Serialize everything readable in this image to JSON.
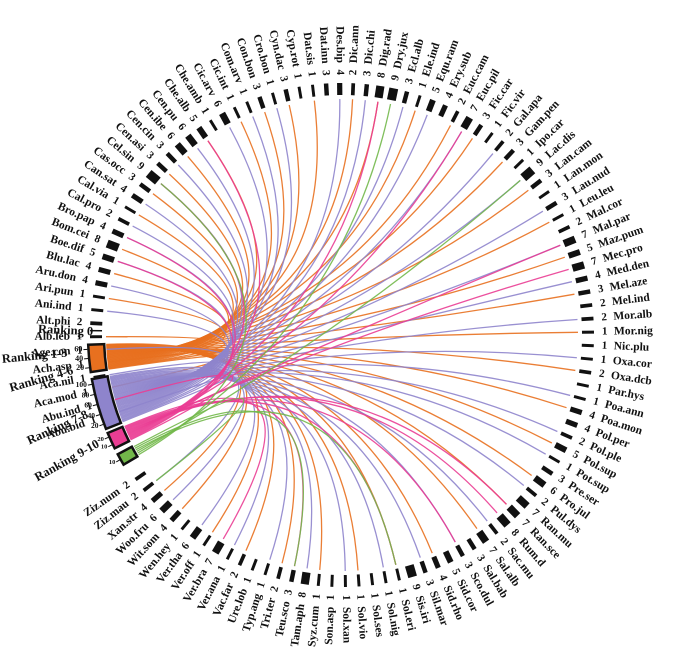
{
  "colors": {
    "Ranking 1-3": "#e8701f",
    "Ranking 4-6": "#8e84cc",
    "Ranking 7-8": "#ea3d93",
    "Ranking 9-10": "#72b84a",
    "outline": "#111111"
  },
  "groups": [
    {
      "label": "Ranking 0",
      "ticks": []
    },
    {
      "label": "Ranking 1-3",
      "ticks": [
        "20",
        "40",
        "60"
      ]
    },
    {
      "label": "Ranking 4-6",
      "ticks": [
        "20",
        "40",
        "60",
        "80",
        "100"
      ]
    },
    {
      "label": "Ranking 7-8",
      "ticks": [
        "10",
        "20"
      ]
    },
    {
      "label": "Ranking 9-10",
      "ticks": [
        "10"
      ]
    }
  ],
  "species": [
    {
      "name": "Abu.bid",
      "count": "1"
    },
    {
      "name": "Abu.ind",
      "count": "1"
    },
    {
      "name": "Aca.mod",
      "count": "1"
    },
    {
      "name": "Aca.nil",
      "count": "1"
    },
    {
      "name": "Ach.asp",
      "count": "1"
    },
    {
      "name": "Age.con",
      "count": "1"
    },
    {
      "name": "Alb.leb",
      "count": "1"
    },
    {
      "name": "Alt.phi",
      "count": "2"
    },
    {
      "name": "Ani.ind",
      "count": "1"
    },
    {
      "name": "Ari.pun",
      "count": "1"
    },
    {
      "name": "Aru.don",
      "count": "4"
    },
    {
      "name": "Blu.lac",
      "count": "4"
    },
    {
      "name": "Boe.dif",
      "count": "5"
    },
    {
      "name": "Bom.cei",
      "count": "8"
    },
    {
      "name": "Bro.pap",
      "count": "4"
    },
    {
      "name": "Cal.pro",
      "count": "2"
    },
    {
      "name": "Cal.via",
      "count": "1"
    },
    {
      "name": "Can.sat",
      "count": "4"
    },
    {
      "name": "Cas.occ",
      "count": "3"
    },
    {
      "name": "Cel.sin",
      "count": "9"
    },
    {
      "name": "Cen.asi",
      "count": "3"
    },
    {
      "name": "Cen.cin",
      "count": "3"
    },
    {
      "name": "Cen.ibe",
      "count": "6"
    },
    {
      "name": "Cen.pu",
      "count": "6"
    },
    {
      "name": "Che.alb",
      "count": "5"
    },
    {
      "name": "Che.amb",
      "count": "1"
    },
    {
      "name": "Cic.arv",
      "count": "6"
    },
    {
      "name": "Cic.int",
      "count": "1"
    },
    {
      "name": "Com.arv",
      "count": "1"
    },
    {
      "name": "Con.bon",
      "count": "3"
    },
    {
      "name": "Cro.bon",
      "count": "1"
    },
    {
      "name": "Cyn.dac",
      "count": "3"
    },
    {
      "name": "Cyp.rot",
      "count": "1"
    },
    {
      "name": "Dat.sis",
      "count": "1"
    },
    {
      "name": "Dat.inn",
      "count": "3"
    },
    {
      "name": "Des.bip",
      "count": "4"
    },
    {
      "name": "Dic.ann",
      "count": "2"
    },
    {
      "name": "Dic.chi",
      "count": "3"
    },
    {
      "name": "Dig.rad",
      "count": "8"
    },
    {
      "name": "Dry.jux",
      "count": "9"
    },
    {
      "name": "Ecl.alb",
      "count": "3"
    },
    {
      "name": "Ele.ind",
      "count": "1"
    },
    {
      "name": "Equ.ram",
      "count": "5"
    },
    {
      "name": "Ery.sub",
      "count": "4"
    },
    {
      "name": "Euc.cam",
      "count": "2"
    },
    {
      "name": "Euc.pil",
      "count": "7"
    },
    {
      "name": "Fic.car",
      "count": "3"
    },
    {
      "name": "Fic.vir",
      "count": "1"
    },
    {
      "name": "Gal.apa",
      "count": "2"
    },
    {
      "name": "Gam.pen",
      "count": "3"
    },
    {
      "name": "Ipo.car",
      "count": "1"
    },
    {
      "name": "Lac.dis",
      "count": "9"
    },
    {
      "name": "Lan.cam",
      "count": "3"
    },
    {
      "name": "Lan.mon",
      "count": "1"
    },
    {
      "name": "Lau.nud",
      "count": "3"
    },
    {
      "name": "Leu.leu",
      "count": "1"
    },
    {
      "name": "Mal.cor",
      "count": "2"
    },
    {
      "name": "Mal.par",
      "count": "7"
    },
    {
      "name": "Maz.pum",
      "count": "5"
    },
    {
      "name": "Mec.pro",
      "count": "7"
    },
    {
      "name": "Med.den",
      "count": "4"
    },
    {
      "name": "Mel.aze",
      "count": "3"
    },
    {
      "name": "Mel.ind",
      "count": "2"
    },
    {
      "name": "Mor.alb",
      "count": "2"
    },
    {
      "name": "Mor.nig",
      "count": "1"
    },
    {
      "name": "Nic.plu",
      "count": "1"
    },
    {
      "name": "Oxa.cor",
      "count": "1"
    },
    {
      "name": "Oxa.dcb",
      "count": "2"
    },
    {
      "name": "Par.hys",
      "count": "1"
    },
    {
      "name": "Poa.ann",
      "count": "1"
    },
    {
      "name": "Poa.mon",
      "count": "4"
    },
    {
      "name": "Pol.per",
      "count": "4"
    },
    {
      "name": "Pol.ple",
      "count": "2"
    },
    {
      "name": "Pol.sup",
      "count": "5"
    },
    {
      "name": "Pot.sup",
      "count": "1"
    },
    {
      "name": "Pre.ser",
      "count": "3"
    },
    {
      "name": "Pro.jul",
      "count": "6"
    },
    {
      "name": "Pul.dys",
      "count": "2"
    },
    {
      "name": "Ran.mu",
      "count": "7"
    },
    {
      "name": "Ran.sce",
      "count": "7"
    },
    {
      "name": "Rum.d",
      "count": "8"
    },
    {
      "name": "Sac.mu",
      "count": "2"
    },
    {
      "name": "Sal.alb",
      "count": "7"
    },
    {
      "name": "Sal.bab",
      "count": "3"
    },
    {
      "name": "Sco.dul",
      "count": "3"
    },
    {
      "name": "Sid.cor",
      "count": "5"
    },
    {
      "name": "Sid.rho",
      "count": "4"
    },
    {
      "name": "Sil.mar",
      "count": "3"
    },
    {
      "name": "Sis.iri",
      "count": "9"
    },
    {
      "name": "Sol.eri",
      "count": "1"
    },
    {
      "name": "Sol.nig",
      "count": "1"
    },
    {
      "name": "Sol.ses",
      "count": "1"
    },
    {
      "name": "Sol.vio",
      "count": "1"
    },
    {
      "name": "Sol.xan",
      "count": "1"
    },
    {
      "name": "Son.asp",
      "count": "1"
    },
    {
      "name": "Syz.cum",
      "count": "1"
    },
    {
      "name": "Tam.aph",
      "count": "8"
    },
    {
      "name": "Teu.sco",
      "count": "3"
    },
    {
      "name": "Tri.ter",
      "count": "2"
    },
    {
      "name": "Typ.ang",
      "count": "1"
    },
    {
      "name": "Ure.lob",
      "count": "1"
    },
    {
      "name": "Vac.far",
      "count": "2"
    },
    {
      "name": "Ver.ana",
      "count": "1"
    },
    {
      "name": "Ver.bra",
      "count": "7"
    },
    {
      "name": "Ver.off",
      "count": "1"
    },
    {
      "name": "Ver.tha",
      "count": "6"
    },
    {
      "name": "Wen.hey",
      "count": "1"
    },
    {
      "name": "Wit.som",
      "count": "4"
    },
    {
      "name": "Woo.fru",
      "count": "6"
    },
    {
      "name": "Xan.str",
      "count": "4"
    },
    {
      "name": "Ziz.mau",
      "count": "2"
    },
    {
      "name": "Ziz.num",
      "count": "2"
    }
  ]
}
